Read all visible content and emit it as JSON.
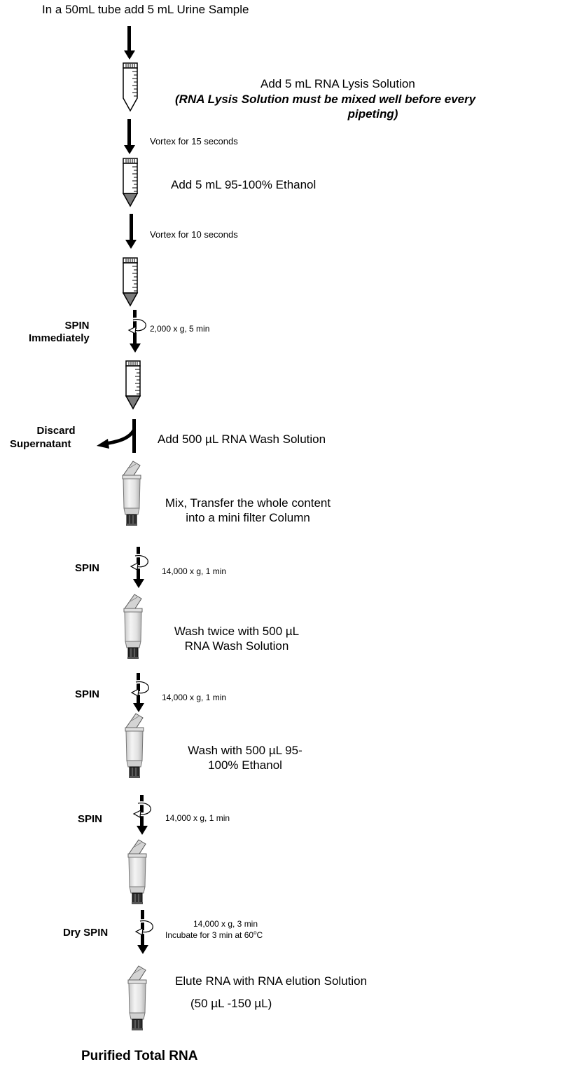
{
  "title": "In a 50mL tube add 5 mL Urine Sample",
  "steps": {
    "lysis_1": "Add 5 mL RNA Lysis Solution",
    "lysis_note_1": "(RNA Lysis Solution must be mixed well before every",
    "lysis_note_2": "pipeting)",
    "vortex_15": "Vortex for 15 seconds",
    "ethanol": "Add 5 mL 95-100% Ethanol",
    "vortex_10": "Vortex for 10 seconds",
    "spin1_label_1": "SPIN",
    "spin1_label_2": "Immediately",
    "spin1_cond": "2,000 x g, 5 min",
    "discard_1": "Discard",
    "discard_2": "Supernatant",
    "wash_add": "Add 500 µL RNA Wash Solution",
    "transfer_1": "Mix, Transfer the whole content",
    "transfer_2": "into a mini filter Column",
    "spin2_label": "SPIN",
    "spin2_cond": "14,000 x g, 1 min",
    "wash_twice_1": "Wash twice with 500 µL",
    "wash_twice_2": "RNA Wash Solution",
    "spin3_label": "SPIN",
    "spin3_cond": "14,000 x g, 1 min",
    "wash_eth_1": "Wash with 500 µL 95-",
    "wash_eth_2": "100% Ethanol",
    "spin4_label": "SPIN",
    "spin4_cond": "14,000 x g, 1 min",
    "dry_label": "Dry SPIN",
    "dry_cond_1": "14,000 x g, 3 min",
    "dry_cond_2": "Incubate for 3 min at 60",
    "dry_cond_deg": "o",
    "dry_cond_unit": "C",
    "elute_1": "Elute RNA with RNA elution Solution",
    "elute_2": "(50 µL -150 µL)",
    "final": "Purified Total RNA"
  }
}
